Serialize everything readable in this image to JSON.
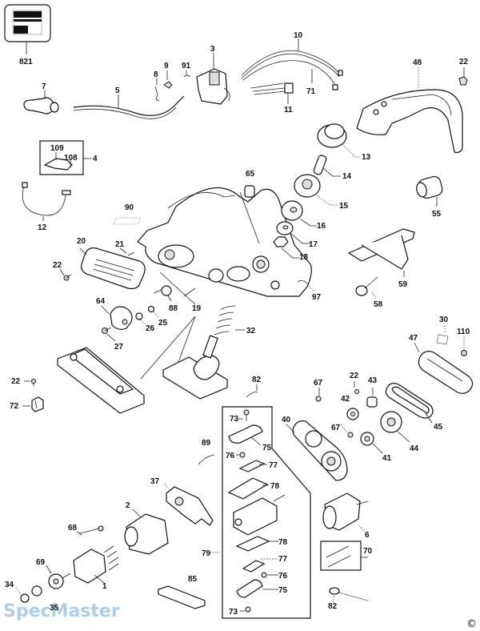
{
  "title": "Planer exploded parts diagram",
  "watermark": "SpecMaster",
  "copyright_symbol": "©",
  "labels": {
    "p821": "821",
    "p3": "3",
    "p5": "5",
    "p7": "7",
    "p8": "8",
    "p9": "9",
    "p91": "91",
    "p10": "10",
    "p11": "11",
    "p71": "71",
    "p48": "48",
    "p22a": "22",
    "p109": "109",
    "p108": "108",
    "p4": "4",
    "p12": "12",
    "p90": "90",
    "p13": "13",
    "p14": "14",
    "p15": "15",
    "p16": "16",
    "p17": "17",
    "p18": "18",
    "p65": "65",
    "p55": "55",
    "p59": "59",
    "p58": "58",
    "p97": "97",
    "p20": "20",
    "p21": "21",
    "p22b": "22",
    "p64": "64",
    "p88": "88",
    "p19": "19",
    "p25": "25",
    "p26": "26",
    "p27": "27",
    "p32": "32",
    "p22c": "22",
    "p72": "72",
    "p82a": "82",
    "p30": "30",
    "p110": "110",
    "p47": "47",
    "p45": "45",
    "p44": "44",
    "p43": "43",
    "p42": "42",
    "p22d": "22",
    "p67a": "67",
    "p67b": "67",
    "p41": "41",
    "p40": "40",
    "p73a": "73",
    "p75a": "75",
    "p76a": "76",
    "p77a": "77",
    "p78a": "78",
    "p78b": "78",
    "p77b": "77",
    "p76b": "76",
    "p75b": "75",
    "p73b": "73",
    "p79": "79",
    "p89": "89",
    "p37": "37",
    "p2": "2",
    "p68": "68",
    "p69": "69",
    "p1": "1",
    "p34": "34",
    "p35": "35",
    "p85": "85",
    "p6": "6",
    "p70": "70",
    "p82b": "82"
  }
}
